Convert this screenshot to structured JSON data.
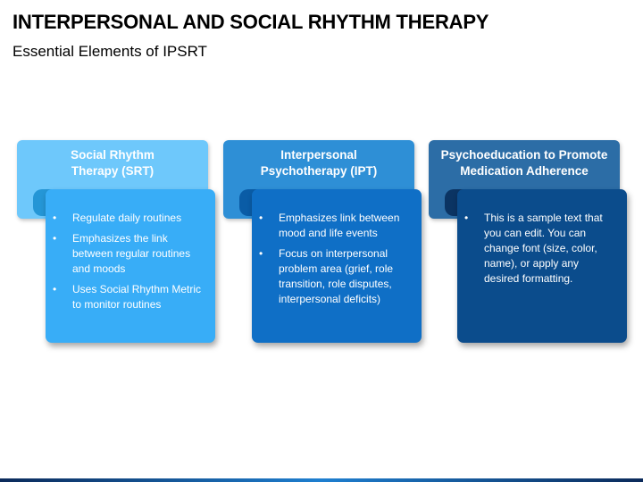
{
  "slide": {
    "title": "INTERPERSONAL AND SOCIAL RHYTHM THERAPY",
    "subtitle": "Essential Elements of IPSRT"
  },
  "cards": [
    {
      "title_lines": [
        "Social Rhythm",
        "Therapy (SRT)"
      ],
      "bullets": [
        [
          "Regulate daily routines"
        ],
        [
          "Emphasizes the link",
          "between regular routines",
          "and moods"
        ],
        [
          "Uses Social Rhythm Metric",
          "to monitor routines"
        ]
      ],
      "colors": {
        "tab": "#6ec8fb",
        "body": "#38adf7",
        "fold": "#2596d6"
      }
    },
    {
      "title_lines": [
        "Interpersonal",
        "Psychotherapy (IPT)"
      ],
      "bullets": [
        [
          "Emphasizes link between",
          "mood and life events"
        ],
        [
          "Focus on interpersonal",
          "problem area (grief, role",
          "transition, role disputes,",
          "interpersonal deficits)"
        ]
      ],
      "colors": {
        "tab": "#2e8fd6",
        "body": "#0f6fc6",
        "fold": "#0a5ca6"
      }
    },
    {
      "title_lines": [
        "Psychoeducation to Promote",
        "Medication Adherence"
      ],
      "bullets": [
        [
          "This is a sample text that",
          "you can edit. You can",
          "change font (size, color,",
          "name), or apply any",
          "desired formatting."
        ]
      ],
      "colors": {
        "tab": "#2c6da6",
        "body": "#0b4c8c",
        "fold": "#0b3463"
      }
    }
  ],
  "bullet_glyph": "•"
}
